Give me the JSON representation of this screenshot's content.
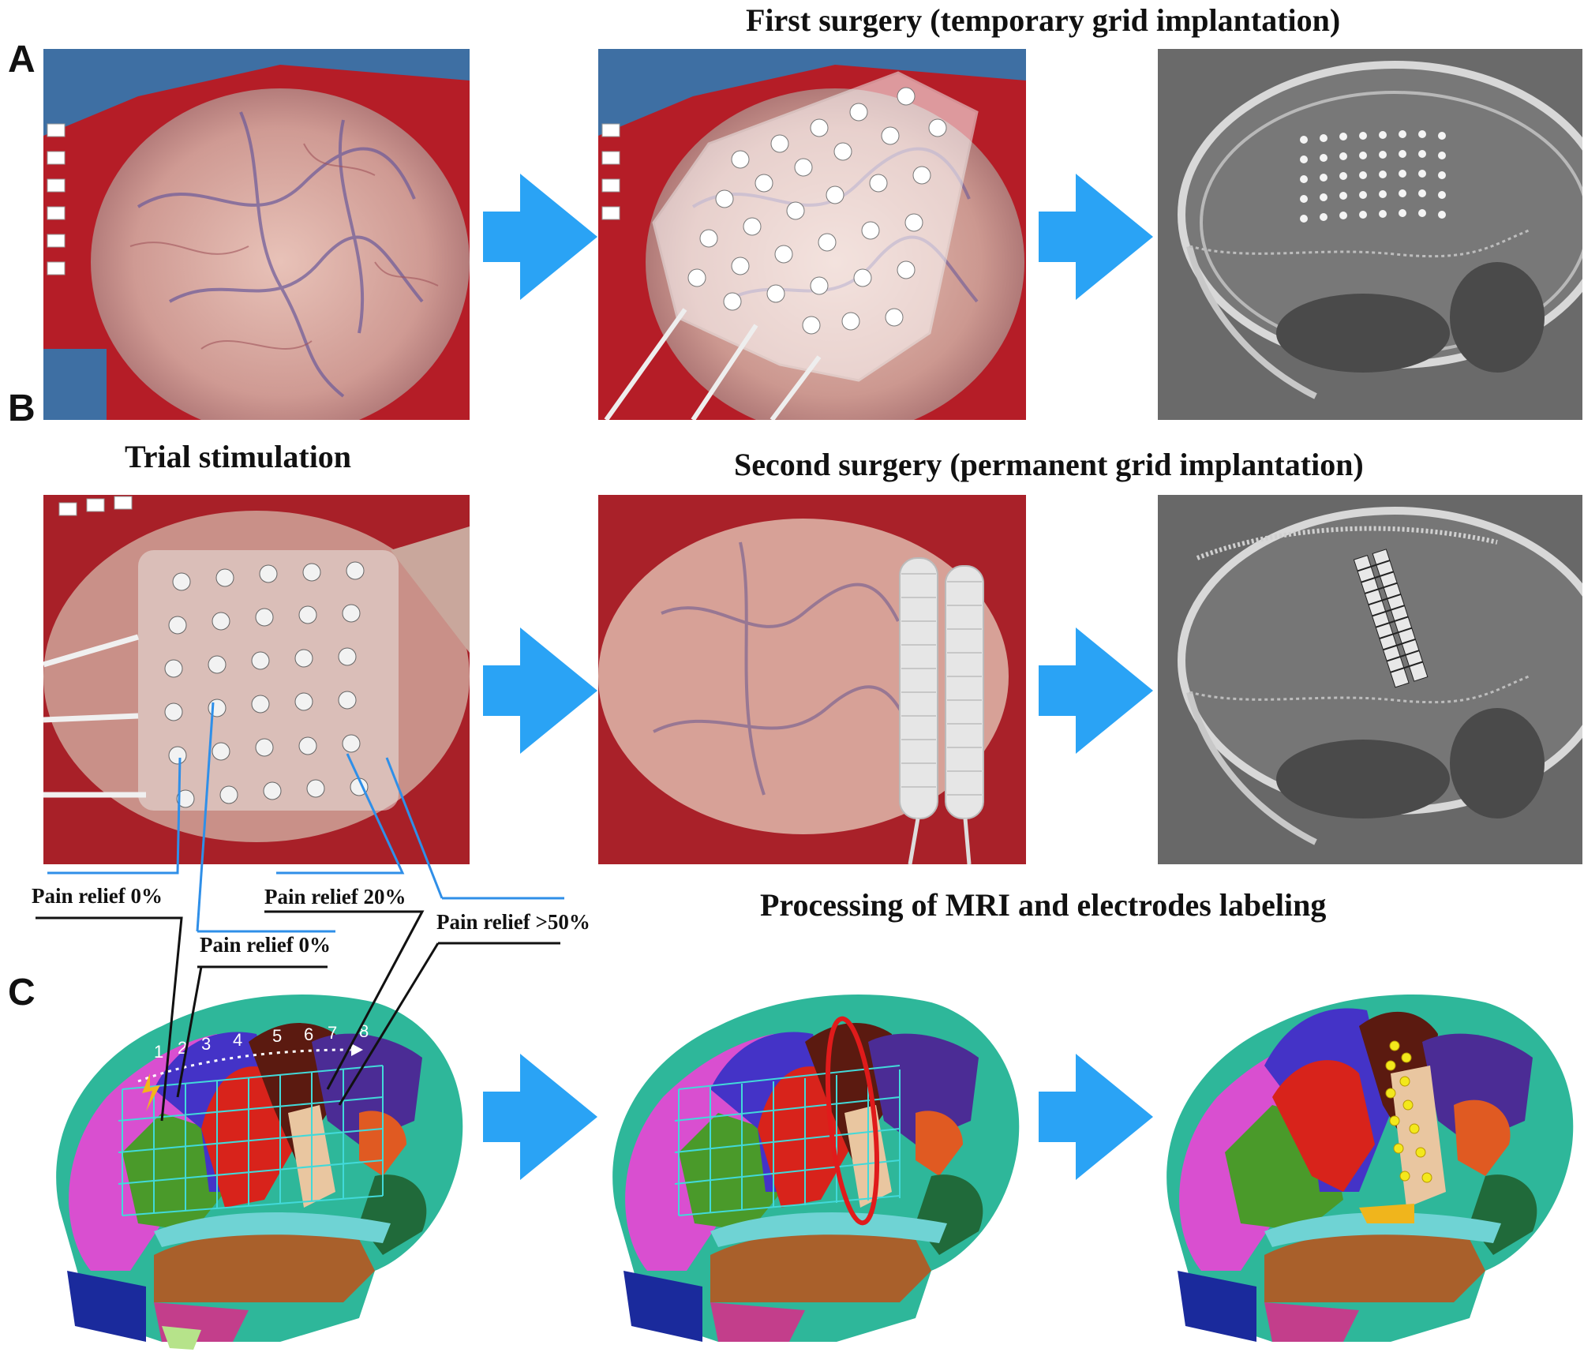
{
  "panels": {
    "a": "A",
    "b": "B",
    "c": "C"
  },
  "headings": {
    "first_surgery": "First surgery (temporary grid implantation)",
    "trial_stimulation": "Trial stimulation",
    "second_surgery": "Second surgery (permanent grid implantation)",
    "processing": "Processing of MRI and  electrodes labeling"
  },
  "annotations": {
    "pain_relief_0_a": "Pain relief 0%",
    "pain_relief_20": "Pain relief 20%",
    "pain_relief_50": "Pain relief >50%",
    "pain_relief_0_b": "Pain relief 0%"
  },
  "grid_numbers": [
    "1",
    "2",
    "3",
    "4",
    "5",
    "6",
    "7",
    "8"
  ],
  "colors": {
    "arrow": "#2aa3f5",
    "callout_blue": "#2f8fe8",
    "callout_black": "#111111",
    "tissue_red": "#b3202a",
    "brain_pink": "#d9a99c",
    "xray_gray": "#6c6c6c"
  }
}
